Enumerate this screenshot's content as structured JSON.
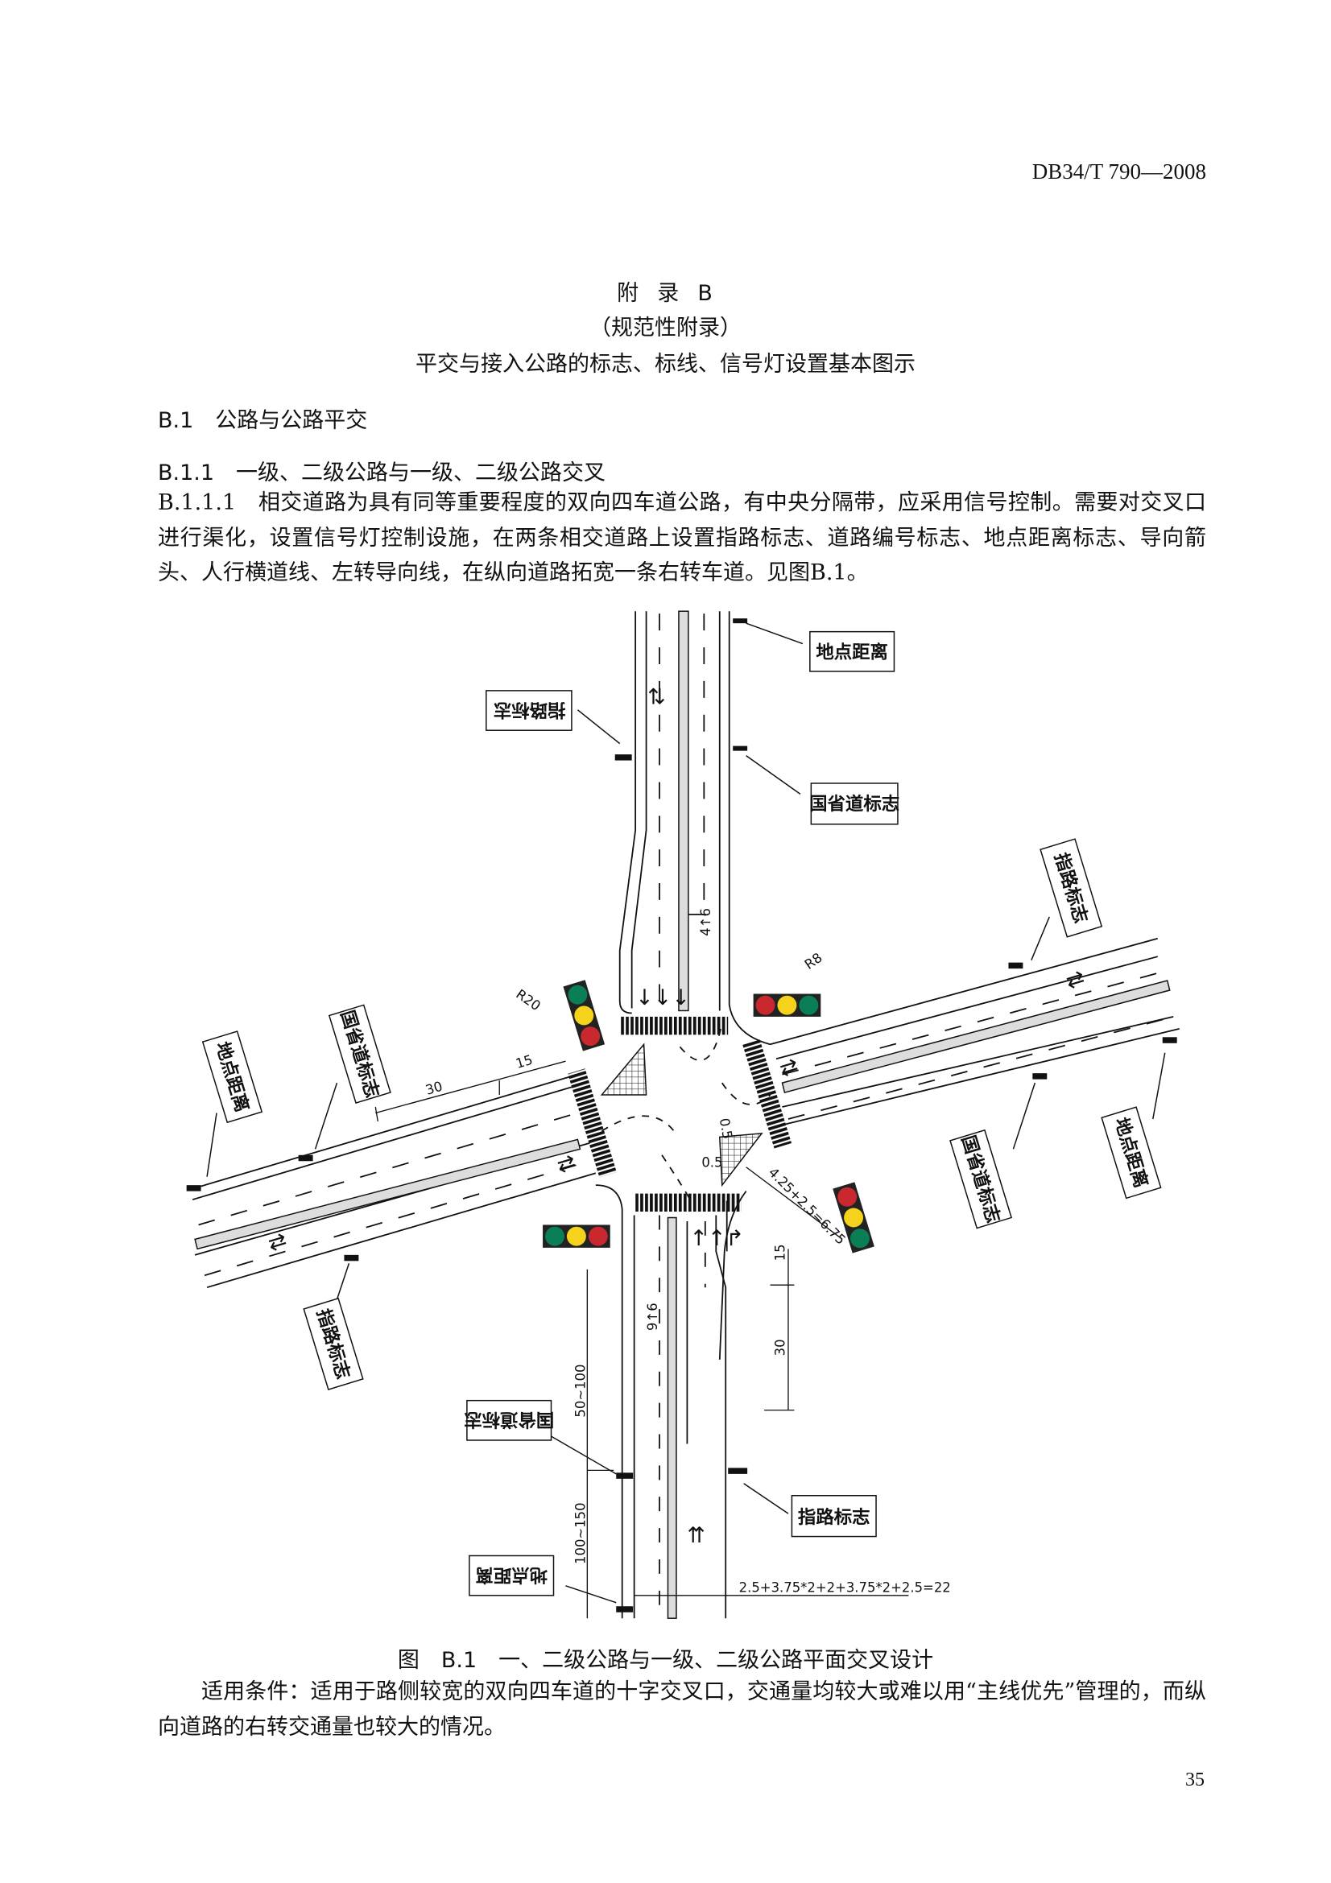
{
  "header": {
    "standard_no": "DB34/T 790—2008"
  },
  "appendix": {
    "title": "附  录  B",
    "type": "（规范性附录）",
    "subtitle": "平交与接入公路的标志、标线、信号灯设置基本图示"
  },
  "sections": {
    "b1": "B.1　公路与公路平交",
    "b11": "B.1.1　一级、二级公路与一级、二级公路交叉",
    "b111_para": "B.1.1.1　相交道路为具有同等重要程度的双向四车道公路，有中央分隔带，应采用信号控制。需要对交叉口进行渠化，设置信号灯控制设施，在两条相交道路上设置指路标志、道路编号标志、地点距离标志、导向箭头、人行横道线、左转导向线，在纵向道路拓宽一条右转车道。见图B.1。"
  },
  "figure": {
    "caption": "图　B.1　一、二级公路与一级、二级公路平面交叉设计",
    "signs": {
      "distance": "地点距离",
      "guide": "指路标志",
      "route": "国省道标志"
    },
    "dimensions": {
      "r20": "R20",
      "r8": "R8",
      "d30_left": "30",
      "d15_left": "15",
      "d05a": "0.5",
      "d05b": "0.5",
      "d675": "4.25+2.5=6.75",
      "d15_right": "15",
      "d30_right": "30",
      "d50_100": "50~100",
      "d100_150": "100~150",
      "width22": "2.5+3.75*2+2+3.75*2+2.5=22",
      "taper_top": "4↑6",
      "taper_bottom": "9↑6"
    },
    "light_colors": {
      "red": "#c8282e",
      "yellow": "#f5d31c",
      "green": "#0a7f55"
    }
  },
  "conditions": {
    "text": "适用条件：适用于路侧较宽的双向四车道的十字交叉口，交通量均较大或难以用“主线优先”管理的，而纵向道路的右转交通量也较大的情况。"
  },
  "page_number": "35"
}
